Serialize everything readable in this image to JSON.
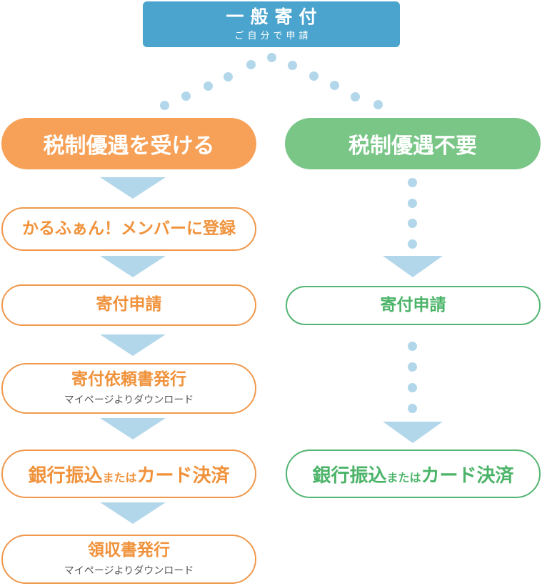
{
  "root_node": {
    "title": "一般寄付",
    "subtitle": "ご自分で申請"
  },
  "left_branch": {
    "header": "税制優遇を受ける",
    "steps": [
      {
        "title": "かるふぁん！メンバーに登録"
      },
      {
        "title": "寄付申請"
      },
      {
        "title": "寄付依頼書発行",
        "subtitle": "マイページよりダウンロード"
      },
      {
        "parts": [
          "銀行振込",
          "または",
          "カード決済"
        ]
      },
      {
        "title": "領収書発行",
        "subtitle": "マイページよりダウンロード"
      }
    ]
  },
  "right_branch": {
    "header": "税制優遇不要",
    "steps": [
      {
        "title": "寄付申請"
      },
      {
        "parts": [
          "銀行振込",
          "または",
          "カード決済"
        ]
      }
    ]
  },
  "colors": {
    "root_blue": "#4AA4CE",
    "connector_light_blue": "#B2D7EA",
    "branch_orange": "#F7A158",
    "orange_text": "#F0923B",
    "orange_border": "#F0984C",
    "branch_green": "#79C687",
    "green_text": "#4CB469",
    "green_border": "#53B573",
    "subtitle_gray": "#595959"
  }
}
